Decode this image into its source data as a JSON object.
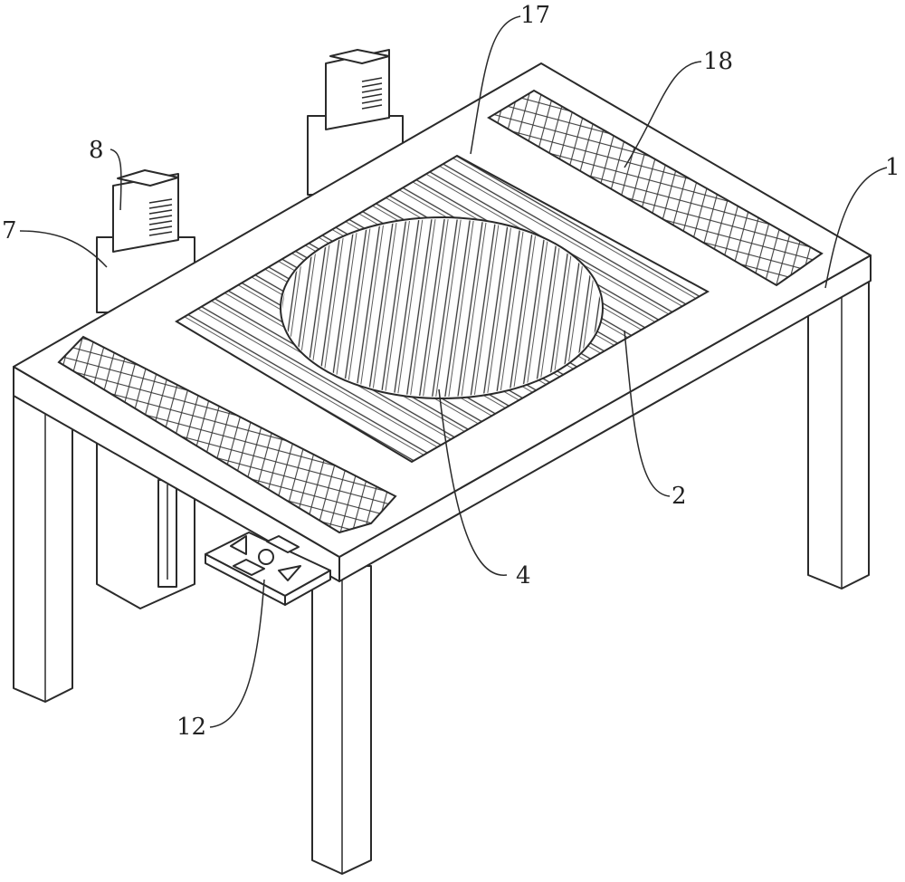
{
  "figure": {
    "reference_labels": {
      "table_top": "1",
      "groove_panel": "2",
      "circular_plate": "4",
      "post_column": "7",
      "post_device": "8",
      "control_panel": "12",
      "groove_edge": "17",
      "mesh_strip": "18"
    },
    "colors": {
      "line": "#2a2a2a",
      "background": "#ffffff"
    }
  }
}
